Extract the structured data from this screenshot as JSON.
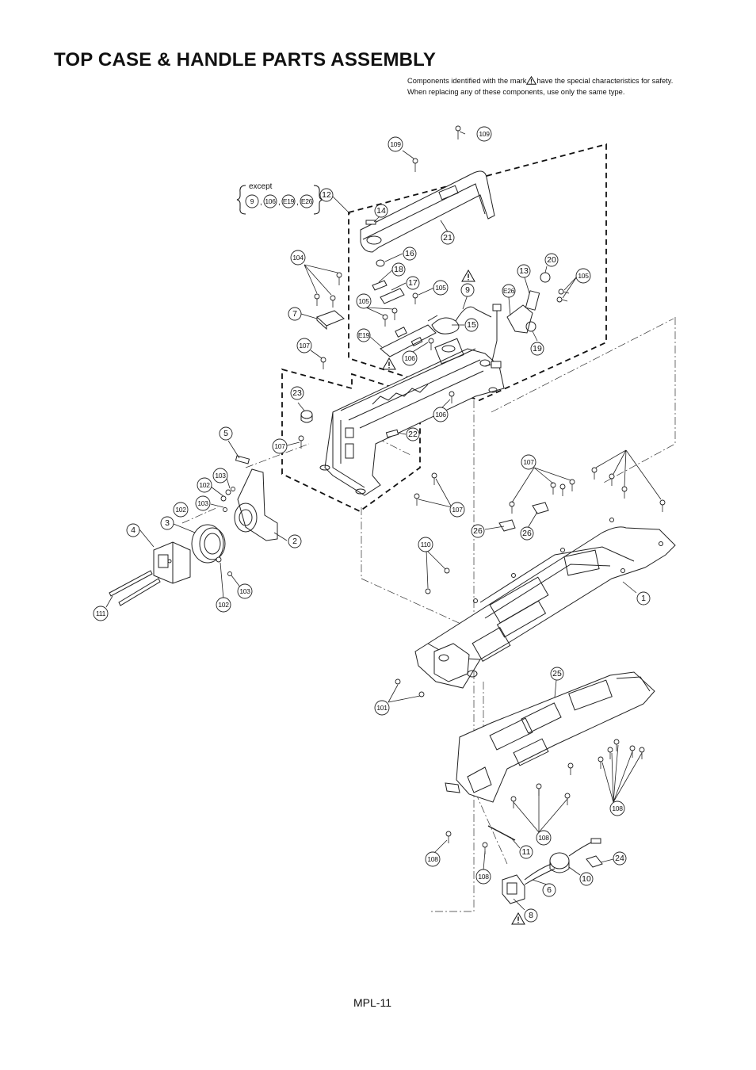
{
  "page": {
    "title": "TOP CASE & HANDLE PARTS ASSEMBLY",
    "safety_note_part1": "Components identified with the mark",
    "safety_note_part2": "have the special characteristics for safety.",
    "safety_note_line2": "When replacing any of these components, use only the same type.",
    "page_number": "MPL-11"
  },
  "diagram": {
    "except_label": "except",
    "except_items": [
      "9",
      "106",
      "E19",
      "E26"
    ],
    "warning_icon": "warning-triangle-icon",
    "callouts": [
      "109",
      "109",
      "12",
      "14",
      "21",
      "16",
      "104",
      "18",
      "17",
      "105",
      "9",
      "13",
      "20",
      "105",
      "E26",
      "7",
      "105",
      "15",
      "E19",
      "19",
      "107",
      "106",
      "23",
      "106",
      "5",
      "22",
      "107",
      "103",
      "107",
      "102",
      "103",
      "102",
      "3",
      "26",
      "26",
      "107",
      "4",
      "2",
      "110",
      "1",
      "111",
      "102",
      "103",
      "101",
      "25",
      "108",
      "108",
      "11",
      "24",
      "108",
      "108",
      "10",
      "6",
      "8"
    ]
  }
}
